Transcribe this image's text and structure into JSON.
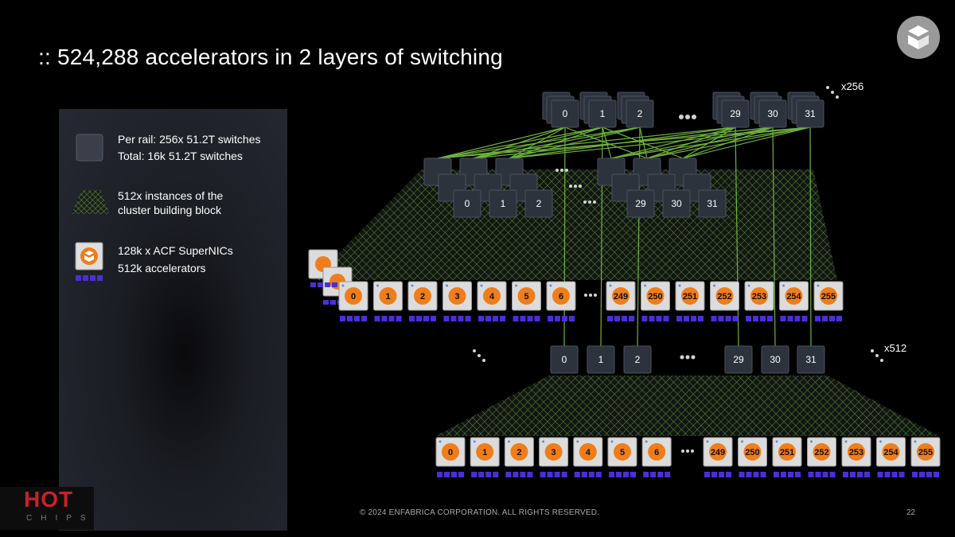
{
  "slide": {
    "title": ":: 524,288 accelerators in 2 layers of switching",
    "footer": "© 2024 ENFABRICA CORPORATION. ALL RIGHTS RESERVED.",
    "page_number": "22"
  },
  "badge": {
    "word": "HOT",
    "sub": "CHIPS"
  },
  "legend": {
    "switch_line1": "Per rail: 256x 51.2T switches",
    "switch_line2": "Total: 16k 51.2T switches",
    "block_line1": "512x instances of the",
    "block_line2": "cluster building block",
    "nic_line1": "128k x ACF SuperNICs",
    "nic_line2": "512k accelerators"
  },
  "top_layer": {
    "multiplier": "x256",
    "left_switches": [
      "0",
      "1",
      "2"
    ],
    "right_switches": [
      "29",
      "30",
      "31"
    ]
  },
  "upper_block": {
    "left_switches": [
      "0",
      "1",
      "2"
    ],
    "right_switches": [
      "29",
      "30",
      "31"
    ],
    "left_nics": [
      "0",
      "1",
      "2",
      "3",
      "4",
      "5",
      "6"
    ],
    "right_nics": [
      "249",
      "250",
      "251",
      "252",
      "253",
      "254",
      "255"
    ]
  },
  "lower_block": {
    "multiplier": "x512",
    "left_switches": [
      "0",
      "1",
      "2"
    ],
    "right_switches": [
      "29",
      "30",
      "31"
    ],
    "left_nics": [
      "0",
      "1",
      "2",
      "3",
      "4",
      "5",
      "6"
    ],
    "right_nics": [
      "249",
      "250",
      "251",
      "252",
      "253",
      "254",
      "255"
    ]
  },
  "colors": {
    "switch_fill": "#2d333d",
    "switch_stroke": "#4a5260",
    "link_green": "#6fb23e",
    "mesh_green": "#5f8f3f",
    "nic_orange": "#f07d1a",
    "port_purple": "#4b2fd6"
  },
  "icons": [
    "switch-icon",
    "mesh-block-icon",
    "supernic-icon",
    "enfabrica-logo-icon"
  ]
}
